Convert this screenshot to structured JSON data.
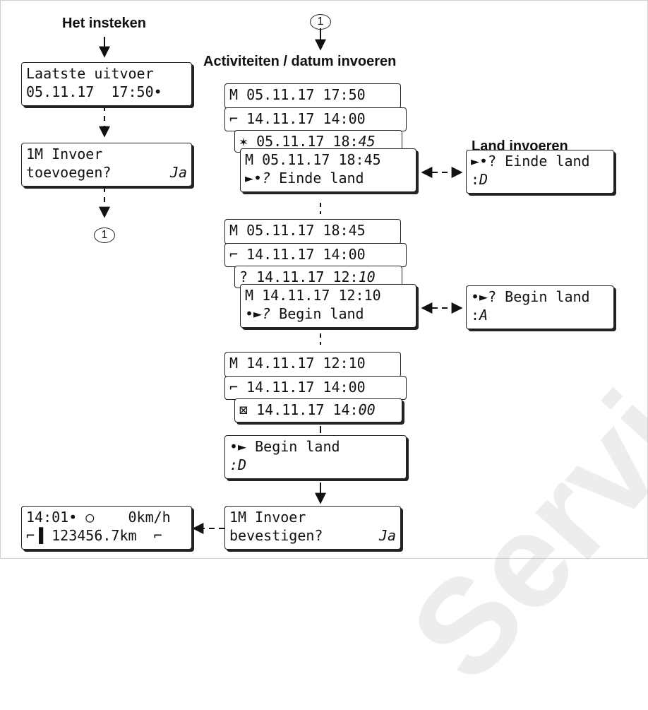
{
  "titles": {
    "insert": "Het insteken",
    "activities": "Activiteiten / datum invoeren",
    "country": "Land invoeren"
  },
  "marker": "1",
  "watermark": "Service Only",
  "left": {
    "last_out": [
      "Laatste uitvoer",
      "05.11.17  17:50•"
    ],
    "add_entry": {
      "line1": "1M Invoer",
      "line2": "toevoegen?",
      "answer": "Ja"
    },
    "status": {
      "line1": "14:01• ○    0km/h",
      "line2": "⌐▐ 123456.7km  ⌐"
    }
  },
  "group1": {
    "back": "M 05.11.17 17:50",
    "mid": "⌐ 14.11.17 14:00",
    "front_prefix": "✶ 05.11.17 18:",
    "front_italic": "45",
    "main1": "M 05.11.17 18:45",
    "main2_icon": "►•?",
    "main2_text": " Einde land"
  },
  "group2": {
    "back": "M 05.11.17 18:45",
    "mid": "⌐ 14.11.17 14:00",
    "front_prefix": "? 14.11.17 12:",
    "front_italic": "10",
    "main1": "M 14.11.17 12:10",
    "main2_icon": "•►?",
    "main2_text": " Begin land"
  },
  "group3": {
    "back": "M 14.11.17 12:10",
    "mid": "⌐ 14.11.17 14:00",
    "front_prefix": "⊠ 14.11.17 14:",
    "front_italic": "00"
  },
  "begin_country_box": {
    "line1": "•► Begin land",
    "line2": ":D"
  },
  "confirm_box": {
    "line1": "1M Invoer",
    "line2": "bevestigen?",
    "answer": "Ja"
  },
  "country_end": {
    "line1": "►•? Einde land",
    "line2_prefix": ":",
    "line2_value": "D"
  },
  "country_begin": {
    "line1": "•►? Begin land",
    "line2_prefix": ":",
    "line2_value": "A"
  }
}
